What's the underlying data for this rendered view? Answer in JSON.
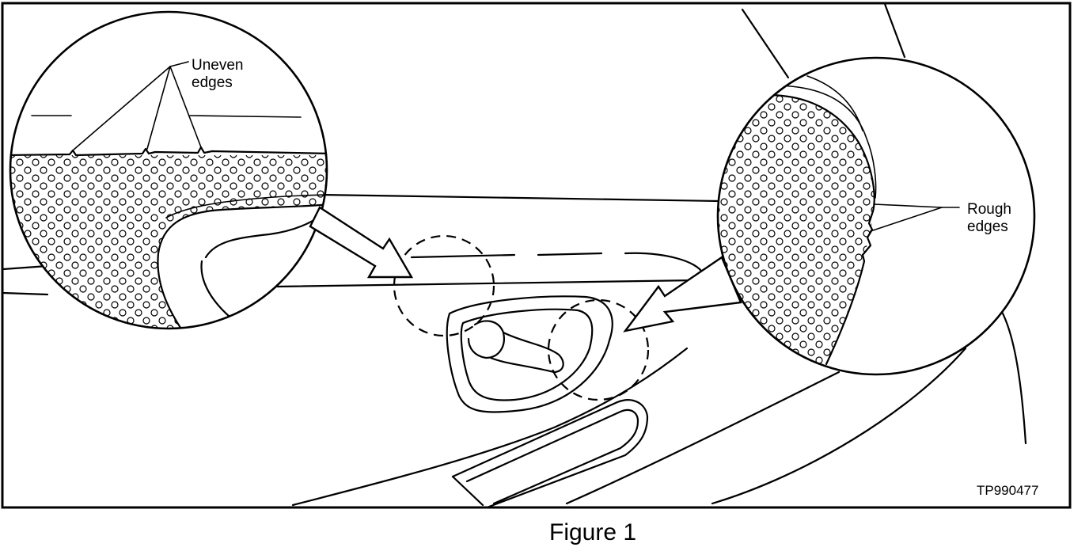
{
  "callouts": {
    "left_label_line1": "Uneven",
    "left_label_line2": "edges",
    "right_label_line1": "Rough",
    "right_label_line2": "edges"
  },
  "figure_code": "TP990477",
  "caption": "Figure 1"
}
